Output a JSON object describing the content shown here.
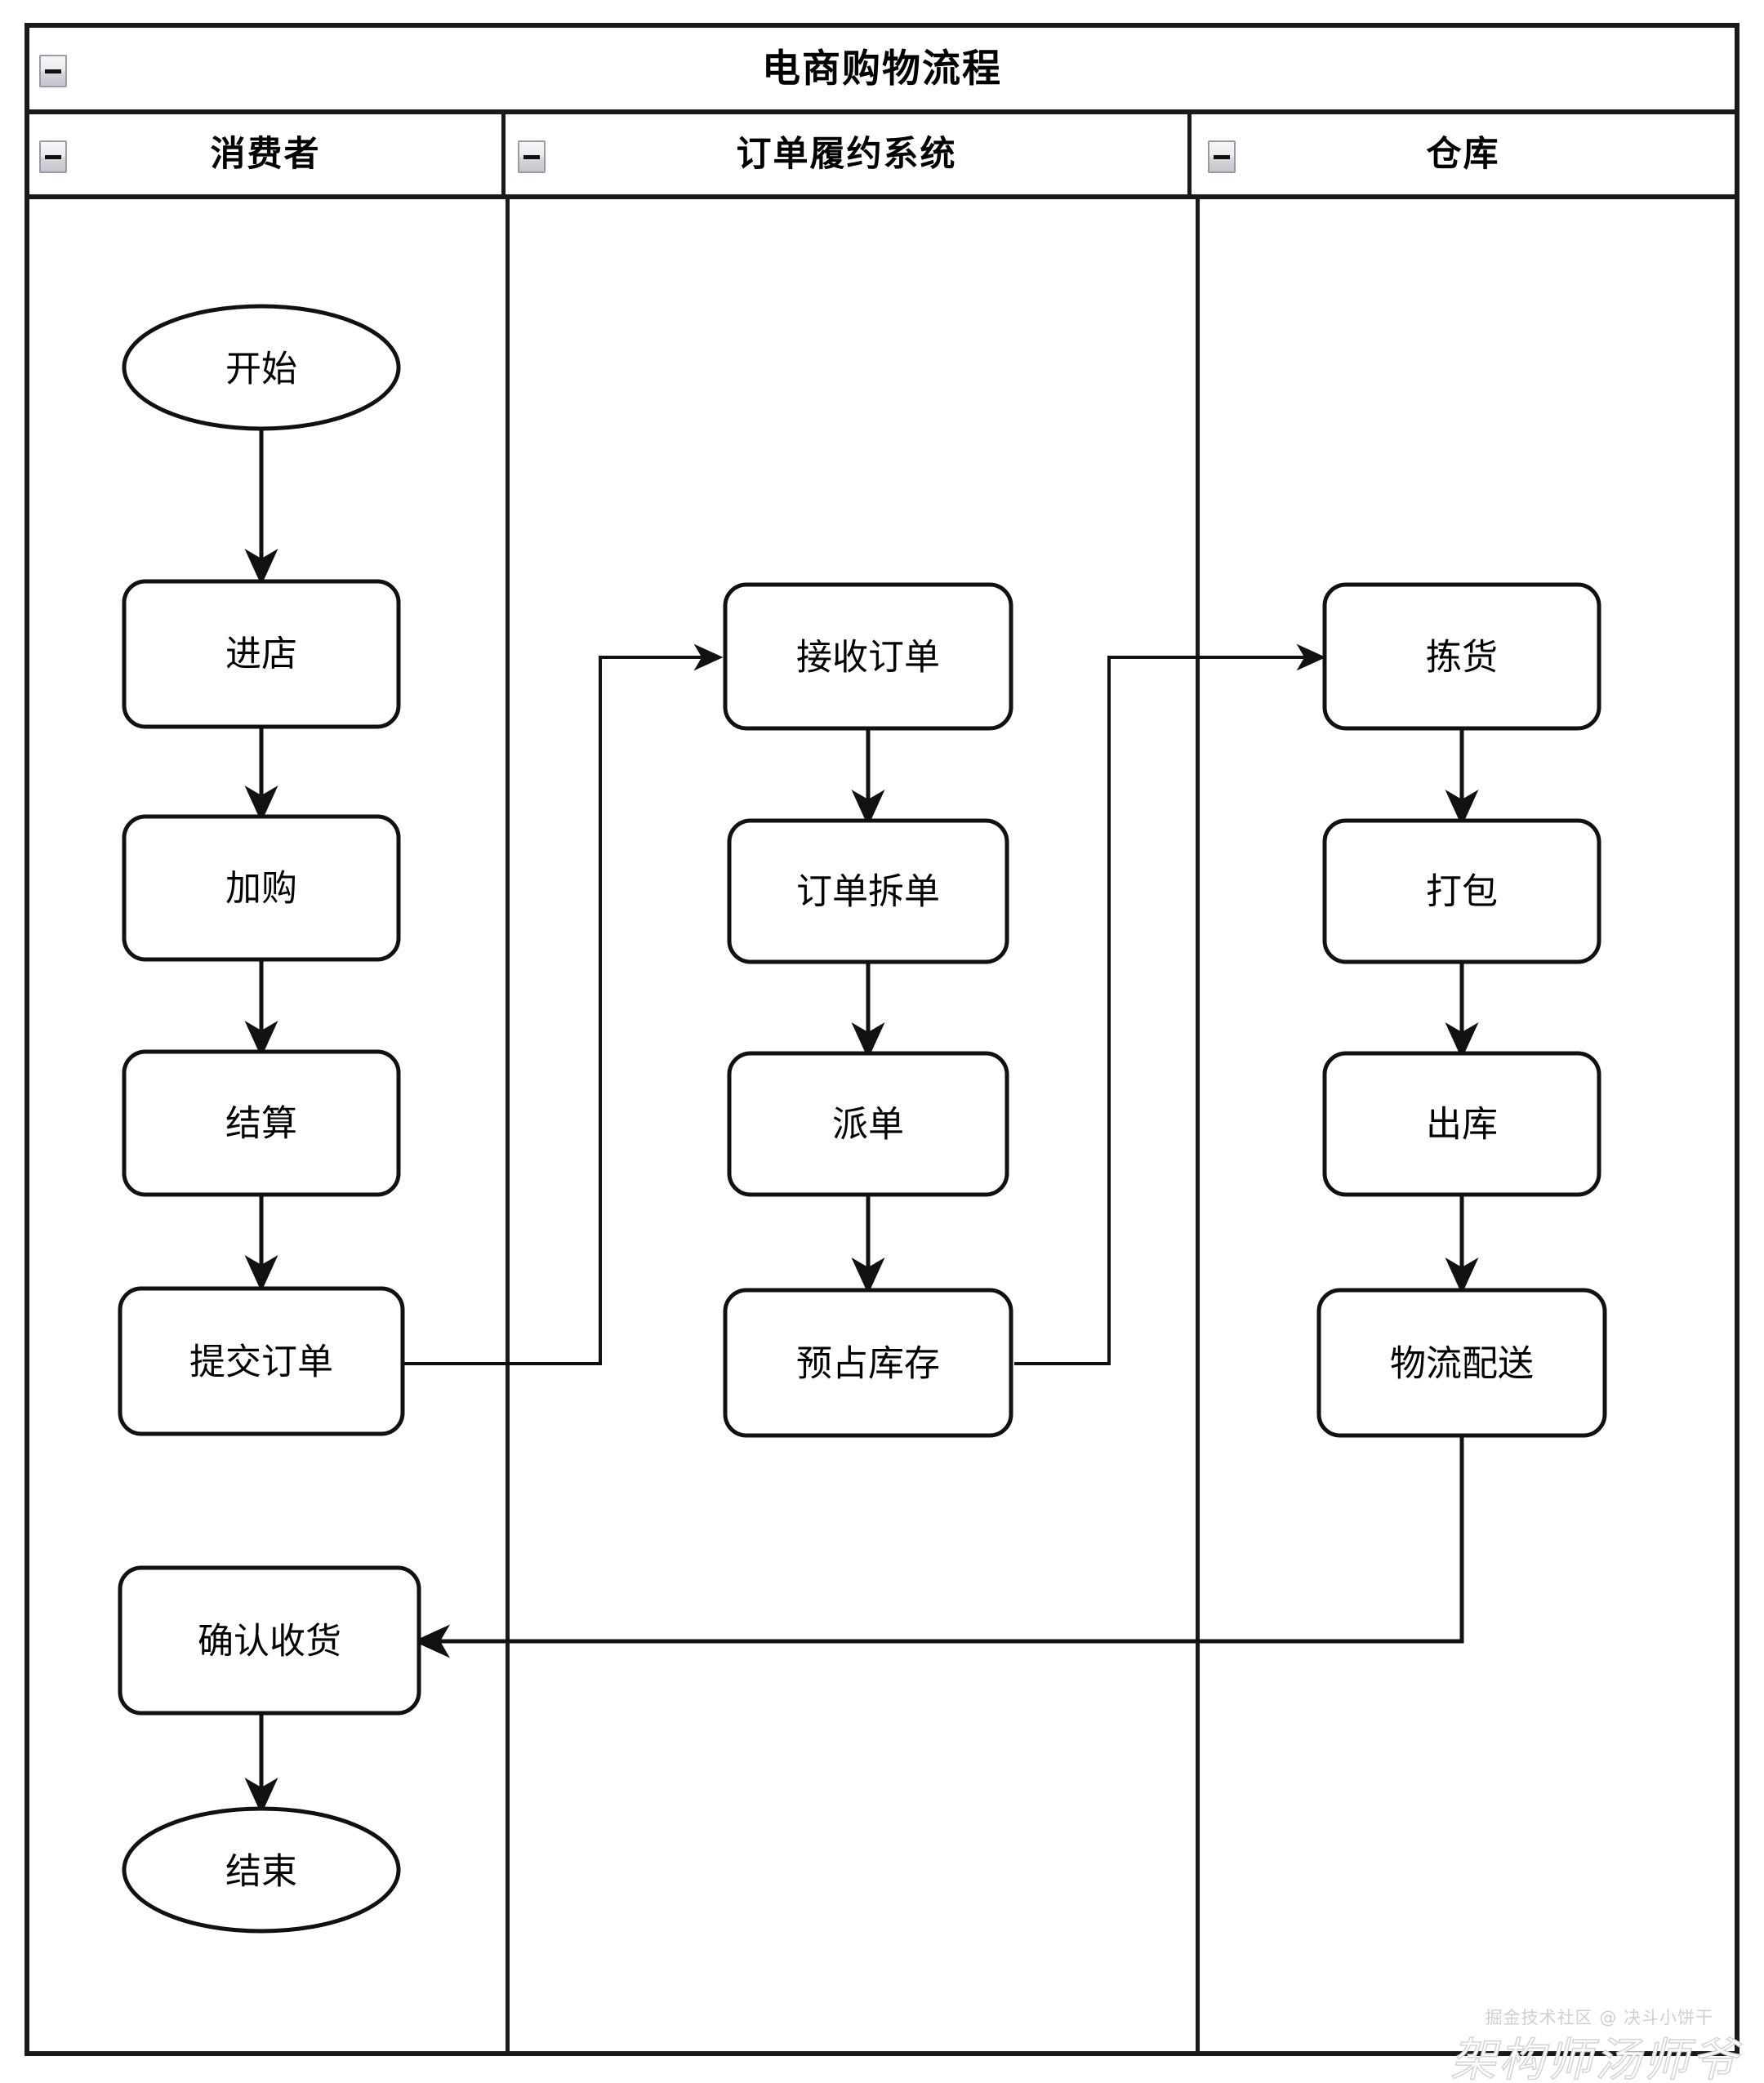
{
  "pool": {
    "title": "电商购物流程",
    "collapse_icon": "collapse-minus-icon"
  },
  "lanes": [
    {
      "id": "consumer",
      "label": "消费者",
      "collapse_icon": "collapse-minus-icon"
    },
    {
      "id": "fulfillment",
      "label": "订单履约系统",
      "collapse_icon": "collapse-minus-icon"
    },
    {
      "id": "warehouse",
      "label": "仓库",
      "collapse_icon": "collapse-minus-icon"
    }
  ],
  "nodes": {
    "start": {
      "label": "开始",
      "shape": "ellipse",
      "lane": "consumer"
    },
    "enter_store": {
      "label": "进店",
      "shape": "rounded-rect",
      "lane": "consumer"
    },
    "add_cart": {
      "label": "加购",
      "shape": "rounded-rect",
      "lane": "consumer"
    },
    "checkout": {
      "label": "结算",
      "shape": "rounded-rect",
      "lane": "consumer"
    },
    "submit_order": {
      "label": "提交订单",
      "shape": "rounded-rect",
      "lane": "consumer"
    },
    "confirm_recv": {
      "label": "确认收货",
      "shape": "rounded-rect",
      "lane": "consumer"
    },
    "end": {
      "label": "结束",
      "shape": "ellipse",
      "lane": "consumer"
    },
    "receive_order": {
      "label": "接收订单",
      "shape": "rounded-rect",
      "lane": "fulfillment"
    },
    "split_order": {
      "label": "订单拆单",
      "shape": "rounded-rect",
      "lane": "fulfillment"
    },
    "dispatch": {
      "label": "派单",
      "shape": "rounded-rect",
      "lane": "fulfillment"
    },
    "reserve_stock": {
      "label": "预占库存",
      "shape": "rounded-rect",
      "lane": "fulfillment"
    },
    "picking": {
      "label": "拣货",
      "shape": "rounded-rect",
      "lane": "warehouse"
    },
    "packing": {
      "label": "打包",
      "shape": "rounded-rect",
      "lane": "warehouse"
    },
    "outbound": {
      "label": "出库",
      "shape": "rounded-rect",
      "lane": "warehouse"
    },
    "delivery": {
      "label": "物流配送",
      "shape": "rounded-rect",
      "lane": "warehouse"
    }
  },
  "edges": [
    {
      "from": "start",
      "to": "enter_store"
    },
    {
      "from": "enter_store",
      "to": "add_cart"
    },
    {
      "from": "add_cart",
      "to": "checkout"
    },
    {
      "from": "checkout",
      "to": "submit_order"
    },
    {
      "from": "submit_order",
      "to": "receive_order"
    },
    {
      "from": "receive_order",
      "to": "split_order"
    },
    {
      "from": "split_order",
      "to": "dispatch"
    },
    {
      "from": "dispatch",
      "to": "reserve_stock"
    },
    {
      "from": "reserve_stock",
      "to": "picking"
    },
    {
      "from": "picking",
      "to": "packing"
    },
    {
      "from": "packing",
      "to": "outbound"
    },
    {
      "from": "outbound",
      "to": "delivery"
    },
    {
      "from": "delivery",
      "to": "confirm_recv"
    },
    {
      "from": "confirm_recv",
      "to": "end"
    }
  ],
  "watermarks": {
    "community": "掘金技术社区 @ 决斗小饼干",
    "author": "架构师汤师爷"
  },
  "colors": {
    "stroke": "#111111",
    "frame": "#1a1a1a",
    "background": "#ffffff",
    "collapse_button_border": "#9a9aa2"
  }
}
